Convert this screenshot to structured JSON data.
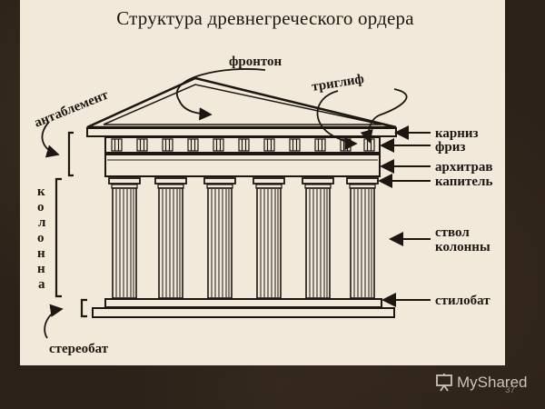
{
  "title": "Структура древнегреческого ордера",
  "labels": {
    "antablement": "антаблемент",
    "fronton": "фронтон",
    "triglif": "триглиф",
    "karniz": "карниз",
    "friz": "фриз",
    "arkhitrav": "архитрав",
    "kapitel": "капитель",
    "stvol_line1": "ствол",
    "stvol_line2": "колонны",
    "stilobat": "стилобат",
    "stereobat": "стереобат",
    "kolonna_letters": [
      "к",
      "о",
      "л",
      "о",
      "н",
      "н",
      "а"
    ]
  },
  "watermark": {
    "text": "MyShared",
    "icon": "presentation-icon"
  },
  "page_number": "37",
  "colors": {
    "panel": "#f3e9da",
    "ink": "#1c1711",
    "background": "#2b2118"
  }
}
